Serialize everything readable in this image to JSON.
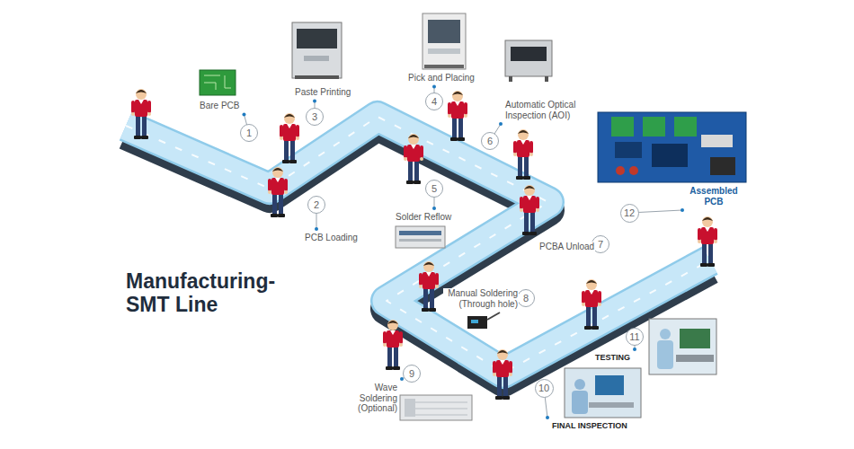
{
  "diagram": {
    "title": "Manufacturing- SMT Line",
    "nodes": [
      {
        "text": [
          "1",
          "Bare PCB"
        ]
      },
      {
        "text": [
          "2",
          "PCB Loading"
        ]
      },
      {
        "text": [
          "3",
          "Paste Printing"
        ]
      },
      {
        "text": [
          "4",
          "Pick and Placing"
        ]
      },
      {
        "text": [
          "5",
          "Solder Reflow"
        ]
      },
      {
        "text": [
          "6",
          "Automatic Optical Inspection (AOI)"
        ]
      },
      {
        "text": [
          "7",
          "PCBA Unload"
        ]
      },
      {
        "text": [
          "8",
          "Manual Soldering (Through hole)"
        ]
      },
      {
        "text": [
          "9",
          "Wave Soldering (Optional)"
        ]
      },
      {
        "text": [
          "10",
          "FINAL INSPECTION"
        ]
      },
      {
        "text": [
          "11",
          "TESTING"
        ]
      },
      {
        "text": [
          "12",
          "Assembled PCB"
        ]
      }
    ]
  }
}
